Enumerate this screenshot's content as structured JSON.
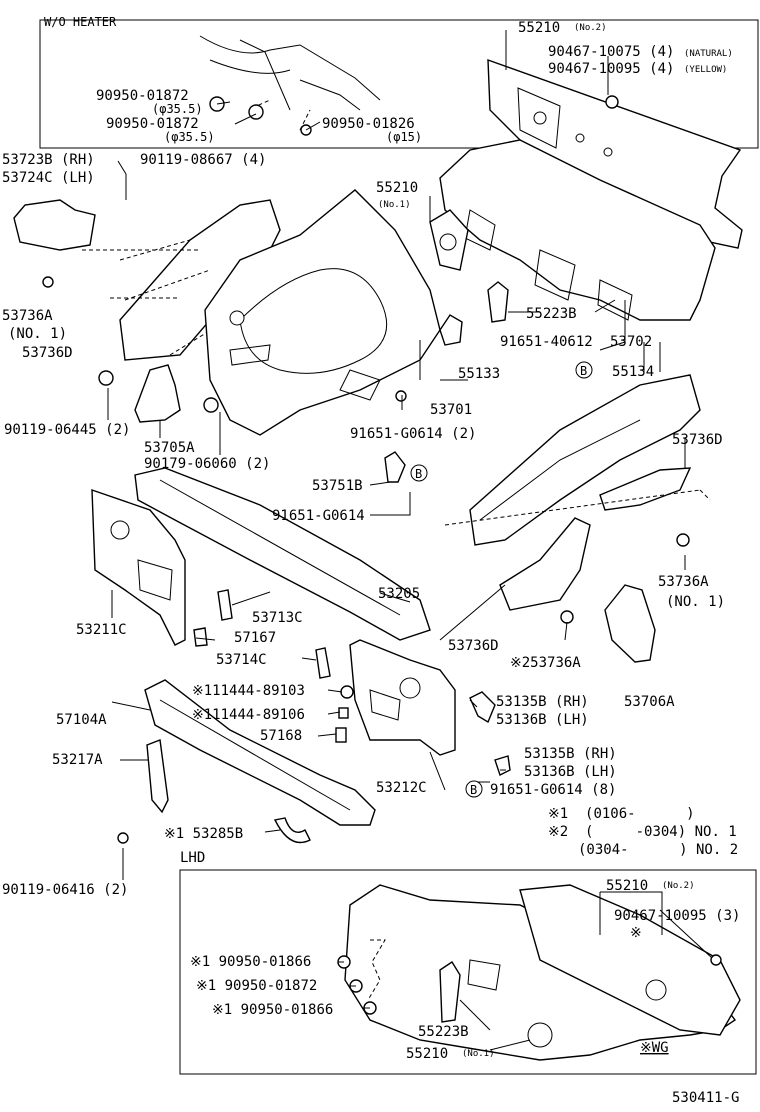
{
  "frames": {
    "top_inset_title": "W/O HEATER",
    "bottom_inset_title": "LHD",
    "wg_note": "※WG",
    "image_code": "530411-G"
  },
  "labels": {
    "p55210_no2_top": "55210",
    "p55210_no2_top_suffix": "(No.2)",
    "p90467_10075": "90467-10075 (4)",
    "p90467_10075_note": "(NATURAL)",
    "p90467_10095": "90467-10095 (4)",
    "p90467_10095_note": "(YELLOW)",
    "p90950_01872_a": "90950-01872",
    "p90950_01872_a_note": "(φ35.5)",
    "p90950_01872_b": "90950-01872",
    "p90950_01872_b_note": "(φ35.5)",
    "p90950_01826": "90950-01826",
    "p90950_01826_note": "(φ15)",
    "p53723B": "53723B (RH)",
    "p53724C": "53724C (LH)",
    "p90119_08667": "90119-08667 (4)",
    "p55210_no1": "55210",
    "p55210_no1_suffix": "(No.1)",
    "p53736A_no1_left": "53736A",
    "p53736A_no1_left_sub": "(NO. 1)",
    "p53736D_left": "53736D",
    "p55223B": "55223B",
    "p91651_40612": "91651-40612",
    "p53702": "53702",
    "p55133": "55133",
    "p55134": "55134",
    "p53701": "53701",
    "p90119_06445": "90119-06445 (2)",
    "p53705A": "53705A",
    "p90179_06060": "90179-06060 (2)",
    "p91651_G0614_2": "91651-G0614 (2)",
    "p53751B": "53751B",
    "p91651_G0614": "91651-G0614",
    "p53736D_right": "53736D",
    "p53736A_right": "53736A",
    "p53736A_right_sub": "(NO. 1)",
    "p53205": "53205",
    "p53713C": "53713C",
    "p53211C": "53211C",
    "p57167": "57167",
    "p53736D_lower": "53736D",
    "p53736A_2": "※253736A",
    "p53714C": "53714C",
    "p53706A": "53706A",
    "p111444_89103": "※111444-89103",
    "p111444_89106": "※111444-89106",
    "p53135B_a": "53135B (RH)",
    "p53136B_a": "53136B (LH)",
    "p57104A": "57104A",
    "p57168": "57168",
    "p53217A": "53217A",
    "p53135B_b": "53135B (RH)",
    "p53136B_b": "53136B (LH)",
    "p53212C": "53212C",
    "p91651_G0614_8": "91651-G0614 (8)",
    "note1": "※1  (0106-      )",
    "note2": "※2  (     -0304) NO. 1",
    "note3": "(0304-      ) NO. 2",
    "p53285B": "※1 53285B",
    "p90119_06416": "90119-06416 (2)",
    "l_55210_no2": "55210",
    "l_55210_no2_suffix": "(No.2)",
    "l_90467_10095_3": "90467-10095 (3)",
    "l_90467_note": "※",
    "l_90950_01866_a": "※1 90950-01866",
    "l_90950_01872": "※1 90950-01872",
    "l_90950_01866_b": "※1 90950-01866",
    "l_55223B": "55223B",
    "l_55210_no1": "55210",
    "l_55210_no1_suffix": "(No.1)",
    "callout_B": "B"
  }
}
